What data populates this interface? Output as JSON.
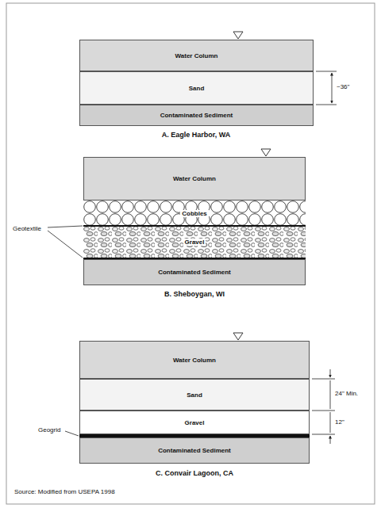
{
  "diagram": {
    "nodes": [
      {
        "text": [
          "Water Column"
        ]
      },
      {
        "text": [
          "Sand"
        ]
      },
      {
        "text": [
          "Contaminated Sediment"
        ]
      },
      {
        "text": [
          "Water Column"
        ]
      },
      {
        "text": [
          "Cobbles"
        ]
      },
      {
        "text": [
          "Gravel"
        ]
      },
      {
        "text": [
          "Contaminated Sediment"
        ]
      },
      {
        "text": [
          "Water Column"
        ]
      },
      {
        "text": [
          "Sand"
        ]
      },
      {
        "text": [
          "Gravel"
        ]
      },
      {
        "text": [
          "Contaminated Sediment"
        ]
      }
    ],
    "labels": [
      "~36\"",
      "A. Eagle Harbor, WA",
      "Geotextile",
      "B. Sheboygan, WI",
      "24\" Min.",
      "12\"",
      "Geogrid",
      "C. Convair Lagoon, CA",
      "Source: Modified from USEPA 1998"
    ]
  }
}
